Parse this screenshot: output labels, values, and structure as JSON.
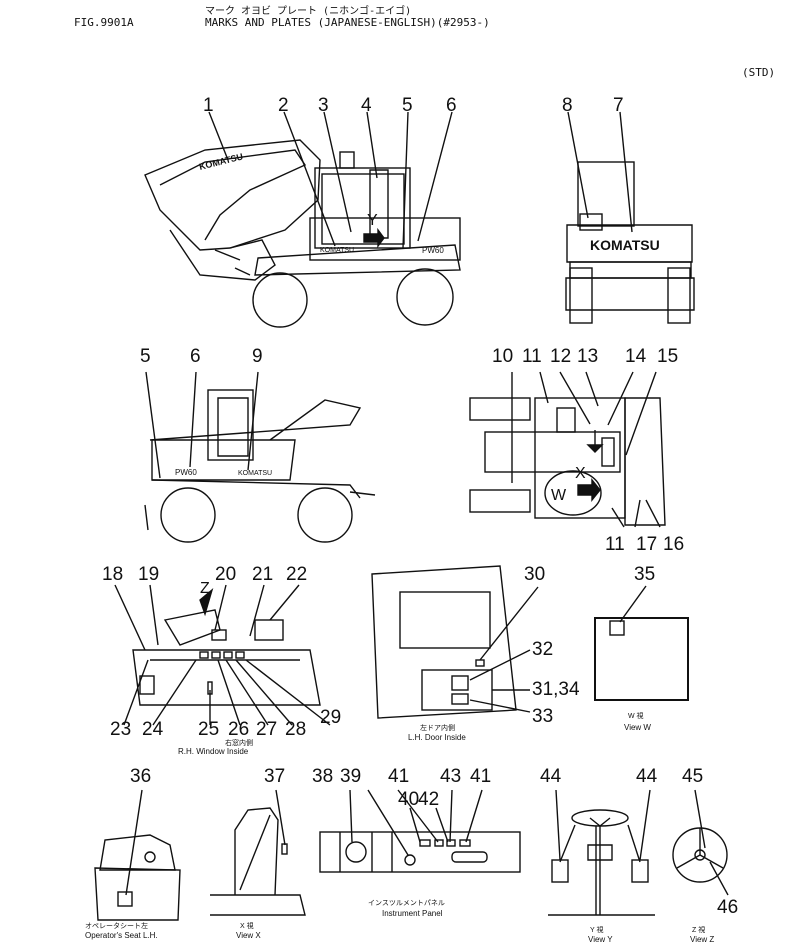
{
  "header": {
    "fig": "FIG.9901A",
    "jp_title": "マーク オヨビ プレート (ニホンゴ-エイゴ)",
    "title": "MARKS AND PLATES (JAPANESE-ENGLISH)(#2953-)",
    "std": "(STD)"
  },
  "brand": {
    "logo": "KOMATSU",
    "model": "PW60"
  },
  "views": {
    "y": "Y",
    "x": "X",
    "w": "W",
    "z": "Z",
    "rh_window_jp": "右窓内側",
    "rh_window": "R.H. Window Inside",
    "lh_door_jp": "左ドア内側",
    "lh_door": "L.H. Door Inside",
    "view_w_jp": "W 視",
    "view_w": "View W",
    "seat_jp": "オペレータシート左",
    "seat": "Operator's Seat L.H.",
    "view_x_jp": "X 視",
    "view_x": "View X",
    "panel_jp": "インスツルメントパネル",
    "panel": "Instrument Panel",
    "view_y_jp": "Y 視",
    "view_y": "View Y",
    "view_z_jp": "Z 視",
    "view_z": "View Z"
  },
  "callouts": [
    "1",
    "2",
    "3",
    "4",
    "5",
    "6",
    "7",
    "8",
    "5",
    "6",
    "9",
    "10",
    "11",
    "12",
    "13",
    "14",
    "15",
    "11",
    "17",
    "16",
    "18",
    "19",
    "20",
    "21",
    "22",
    "23",
    "24",
    "25",
    "26",
    "27",
    "28",
    "29",
    "30",
    "32",
    "31,34",
    "33",
    "35",
    "36",
    "37",
    "38",
    "39",
    "40",
    "41",
    "42",
    "43",
    "41",
    "44",
    "44",
    "45",
    "46"
  ]
}
